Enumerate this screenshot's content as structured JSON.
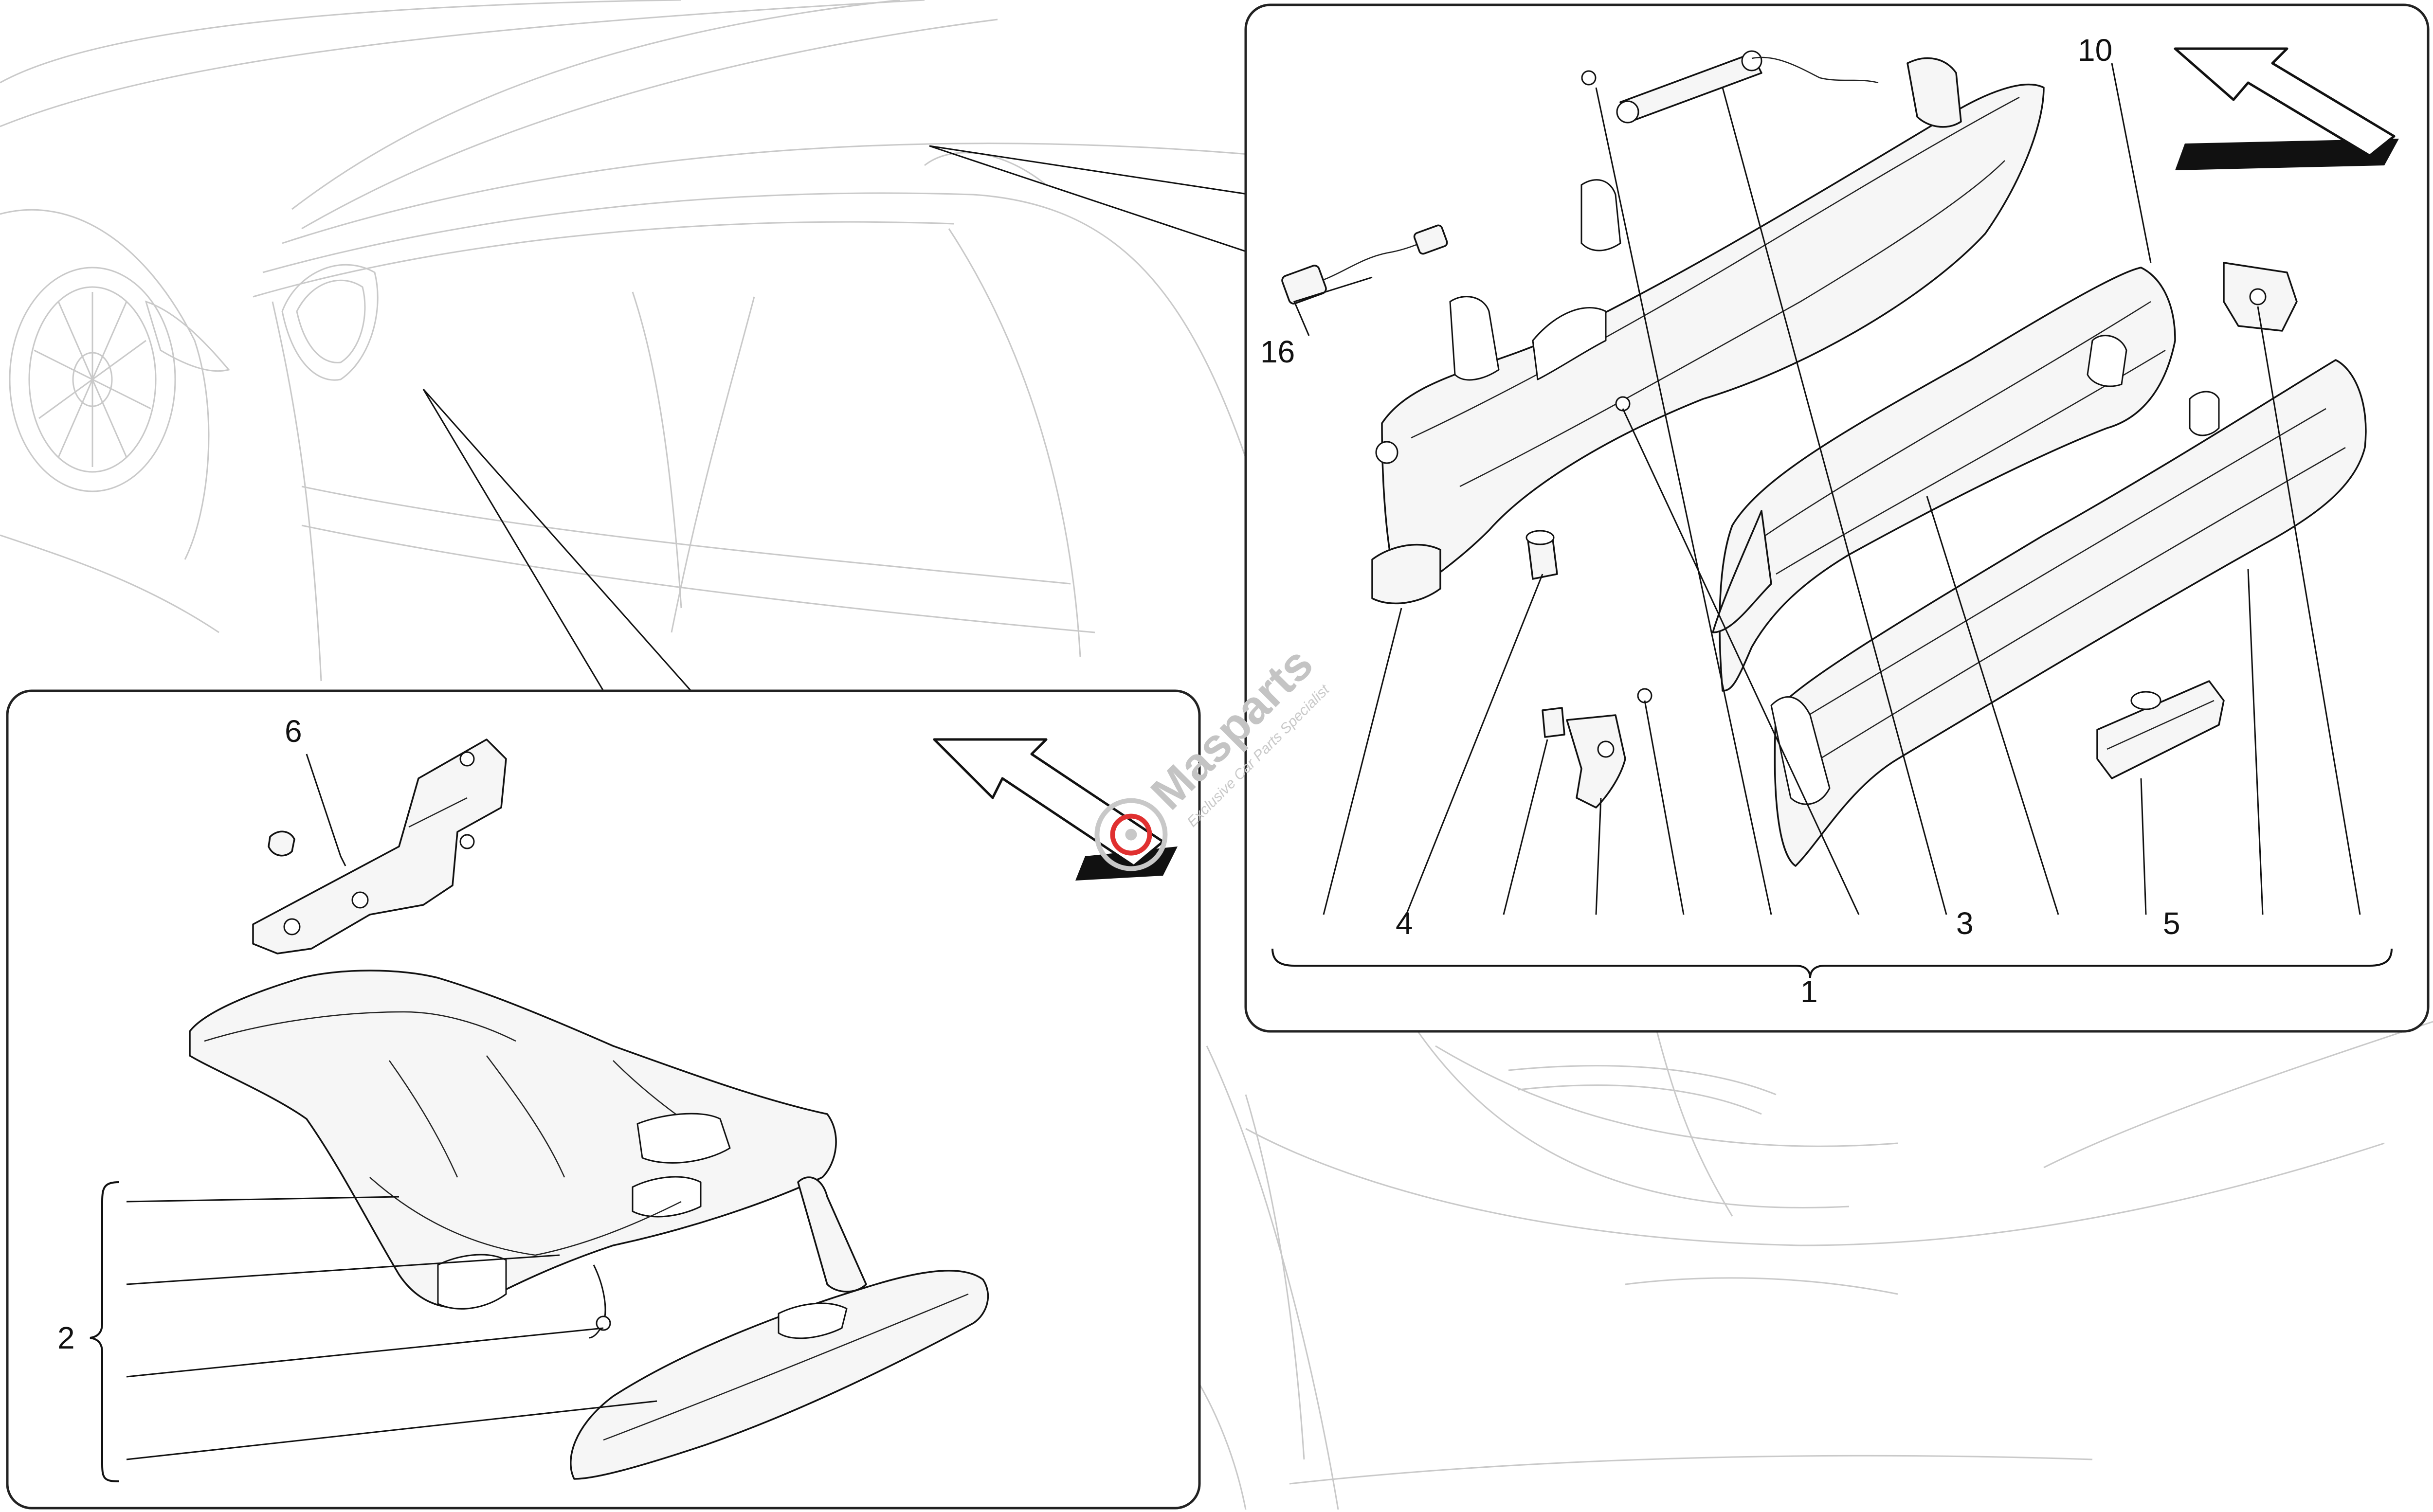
{
  "diagram": {
    "callouts_right": {
      "c10": "10",
      "c16": "16",
      "c4": "4",
      "c3": "3",
      "c5": "5",
      "c1": "1"
    },
    "callouts_left": {
      "c6": "6",
      "c2": "2"
    }
  },
  "watermark": {
    "brand": "Masparts",
    "tagline": "Exclusive Car Parts Specialist"
  },
  "colors": {
    "line": "#111111",
    "background_car": "#c9c9c9",
    "watermark": "#c4c4c4",
    "watermark_accent": "#e03030"
  }
}
